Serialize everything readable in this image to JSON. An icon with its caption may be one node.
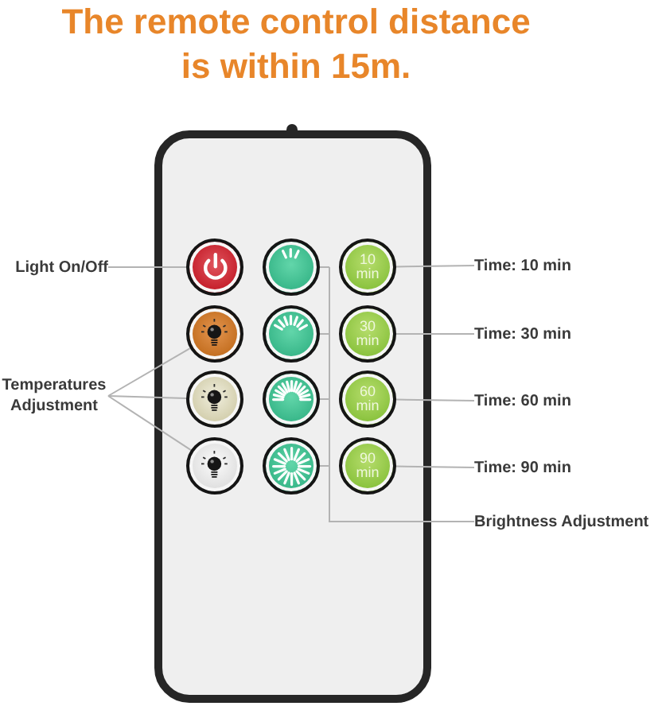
{
  "diagram": {
    "title": "The remote control distance is within 15m.",
    "nodes": [
      {
        "text": [],
        "shape": "box"
      },
      {
        "text": [],
        "shape": "circle",
        "in": 0
      },
      {
        "text": [],
        "shape": "circle",
        "in": 0
      },
      {
        "text": [
          "10 min"
        ],
        "in": 0
      },
      {
        "text": [],
        "shape": "circle",
        "in": 0
      },
      {
        "text": [],
        "shape": "circle",
        "in": 0
      },
      {
        "text": [
          "30 min"
        ],
        "in": 0
      },
      {
        "text": [],
        "shape": "circle",
        "in": 0
      },
      {
        "text": [],
        "shape": "circle",
        "in": 0
      },
      {
        "text": [
          "60 min"
        ],
        "in": 0
      },
      {
        "text": [],
        "shape": "circle",
        "in": 0
      },
      {
        "text": [],
        "shape": "circle",
        "in": 0
      },
      {
        "text": [
          "90 min"
        ],
        "in": 0
      },
      {
        "text": [
          "Light On/Off"
        ]
      },
      {
        "text": [
          "Time: 10 min"
        ]
      },
      {
        "text": [
          "Time: 30 min"
        ]
      },
      {
        "text": [
          "Temperatures Adjustment"
        ]
      },
      {
        "text": [
          "Time: 60 min"
        ]
      },
      {
        "text": [
          "Time: 90 min"
        ]
      },
      {
        "text": [
          "Brightness Adjustment"
        ]
      }
    ],
    "edges": [
      {
        "from": 13,
        "to": 1,
        "arrow": "none"
      },
      {
        "from": 14,
        "to": 3,
        "arrow": "none"
      },
      {
        "from": 15,
        "to": 6,
        "arrow": "none"
      },
      {
        "from": 16,
        "to": 4,
        "arrow": "none"
      },
      {
        "from": 16,
        "to": 7,
        "arrow": "none"
      },
      {
        "from": 16,
        "to": 10,
        "arrow": "none"
      },
      {
        "from": 17,
        "to": 9,
        "arrow": "none"
      },
      {
        "from": 18,
        "to": 12,
        "arrow": "none"
      },
      {
        "from": 19,
        "to": 2,
        "arrow": "none"
      },
      {
        "from": 19,
        "to": 5,
        "arrow": "none"
      },
      {
        "from": 19,
        "to": 8,
        "arrow": "none"
      },
      {
        "from": 19,
        "to": 11,
        "arrow": "none"
      }
    ]
  }
}
